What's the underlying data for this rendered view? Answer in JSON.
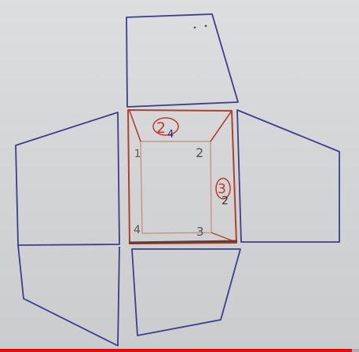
{
  "colors": {
    "blue_ink": "#3c3f8e",
    "red_ink": "#b2412c",
    "dark_ink": "#4a4a4a"
  },
  "diagram": {
    "labels": {
      "corner_1": "1",
      "corner_2": "2",
      "corner_3": "3",
      "corner_4": "4",
      "top_face_circled": "2",
      "top_face_sub": "4",
      "right_face_circled": "3",
      "right_face_sub": "2"
    }
  },
  "video": {
    "progress": 0.98
  }
}
